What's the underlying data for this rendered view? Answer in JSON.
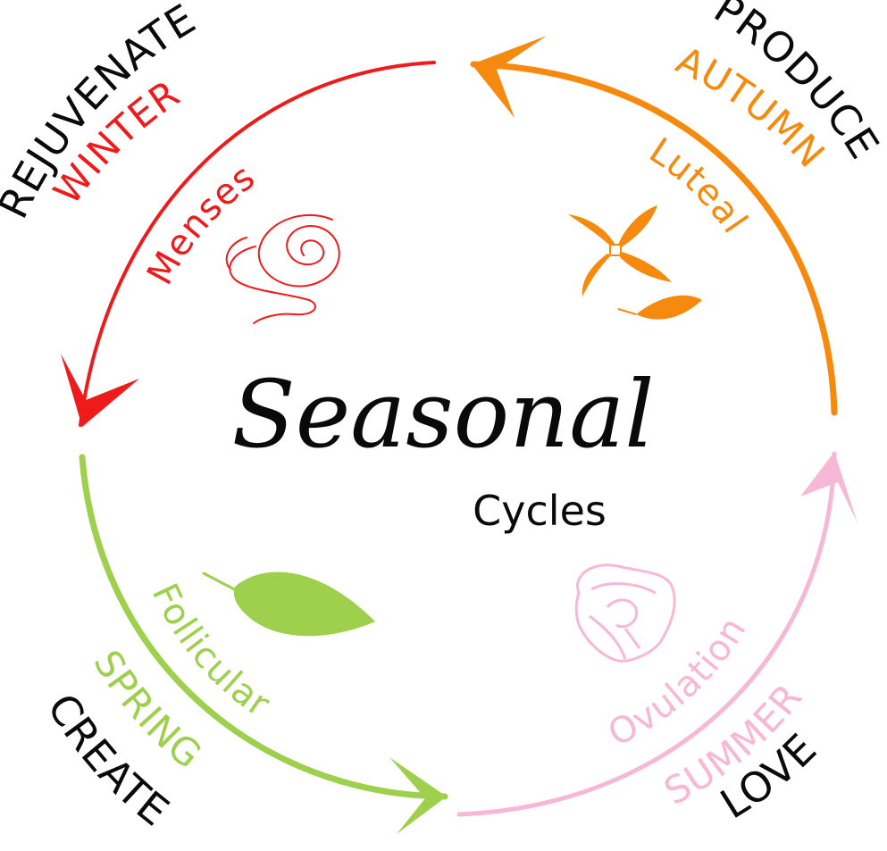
{
  "title": "Seasonal",
  "subtitle": "Cycles",
  "colors": {
    "winter": "#ef1b1b",
    "autumn": "#f58a0f",
    "spring": "#9ed04d",
    "summer": "#f6b8d5",
    "text": "#0a0a0a"
  },
  "quadrants": {
    "winter": {
      "verb": "REJUVENATE",
      "season": "WINTER",
      "phase": "Menses",
      "icon": "spiral-icon"
    },
    "autumn": {
      "verb": "PRODUCE",
      "season": "AUTUMN",
      "phase": "Luteal",
      "icon": "falling-leaves-icon"
    },
    "spring": {
      "verb": "CREATE",
      "season": "SPRING",
      "phase": "Follicular",
      "icon": "leaf-icon"
    },
    "summer": {
      "verb": "LOVE",
      "season": "SUMMER",
      "phase": "Ovulation",
      "icon": "heart-ribbon-icon"
    }
  }
}
